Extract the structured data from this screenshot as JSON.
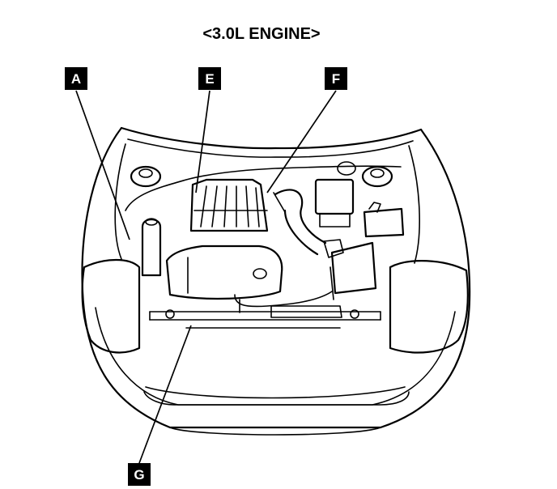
{
  "title": "<3.0L ENGINE>",
  "callouts": {
    "a": "A",
    "e": "E",
    "f": "F",
    "g": "G"
  },
  "colors": {
    "ink": "#000000",
    "background": "#ffffff"
  }
}
